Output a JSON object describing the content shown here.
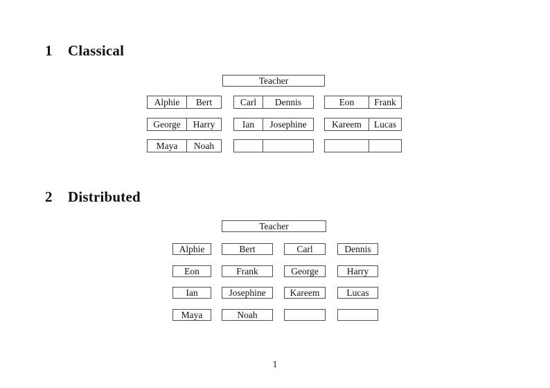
{
  "page": {
    "number": "1",
    "background_color": "#ffffff",
    "text_color": "#111111",
    "border_color": "#4d4d4d"
  },
  "sections": [
    {
      "number": "1",
      "title": "Classical",
      "teacher_label": "Teacher",
      "desks": [
        [
          {
            "left": "Alphie",
            "right": "Bert"
          },
          {
            "left": "Carl",
            "right": "Dennis"
          },
          {
            "left": "Eon",
            "right": "Frank"
          }
        ],
        [
          {
            "left": "George",
            "right": "Harry"
          },
          {
            "left": "Ian",
            "right": "Josephine"
          },
          {
            "left": "Kareem",
            "right": "Lucas"
          }
        ],
        [
          {
            "left": "Maya",
            "right": "Noah"
          },
          {
            "left": "",
            "right": ""
          },
          {
            "left": "",
            "right": ""
          }
        ]
      ]
    },
    {
      "number": "2",
      "title": "Distributed",
      "teacher_label": "Teacher",
      "seats": [
        [
          "Alphie",
          "Bert",
          "Carl",
          "Dennis"
        ],
        [
          "Eon",
          "Frank",
          "George",
          "Harry"
        ],
        [
          "Ian",
          "Josephine",
          "Kareem",
          "Lucas"
        ],
        [
          "Maya",
          "Noah",
          "",
          ""
        ]
      ]
    }
  ]
}
